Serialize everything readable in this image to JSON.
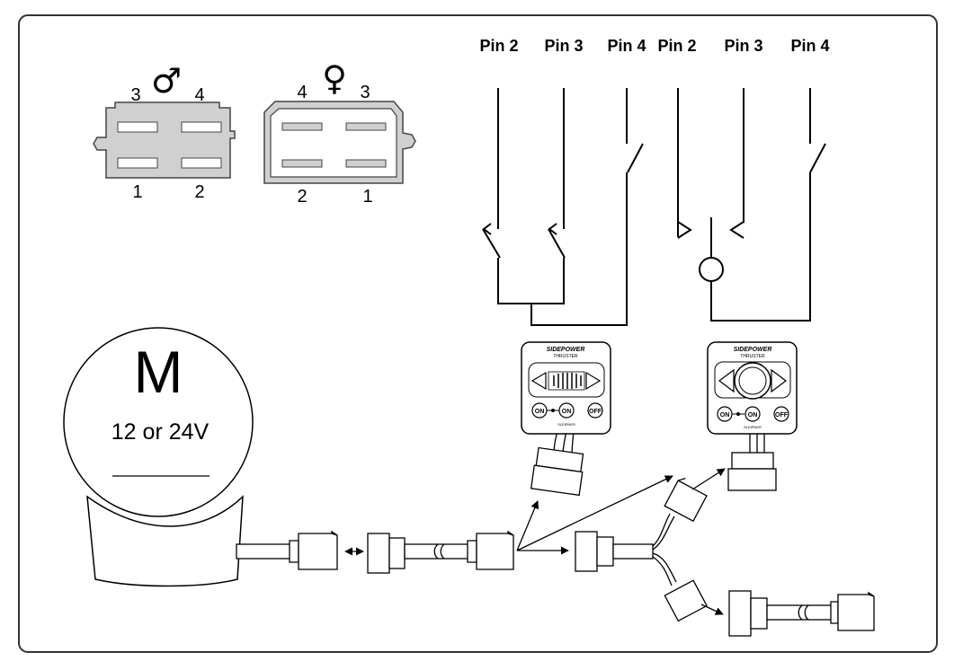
{
  "connectors": {
    "male": {
      "symbol": "♂",
      "pins_top": [
        "3",
        "4"
      ],
      "pins_bottom": [
        "1",
        "2"
      ]
    },
    "female": {
      "symbol": "♀",
      "pins_top": [
        "4",
        "3"
      ],
      "pins_bottom": [
        "2",
        "1"
      ]
    }
  },
  "panel_left": {
    "pins": [
      "Pin 2",
      "Pin 3",
      "Pin 4"
    ]
  },
  "panel_right": {
    "pins": [
      "Pin 2",
      "Pin 3",
      "Pin 4"
    ]
  },
  "motor": {
    "letter": "M",
    "voltage": "12 or 24V"
  },
  "controls": [
    {
      "brand": "SIDEPOWER",
      "model": "THRUSTER",
      "buttons": [
        "ON",
        "ON",
        "OFF"
      ],
      "mode": "SLEIPNER"
    },
    {
      "brand": "SIDEPOWER",
      "model": "THRUSTER",
      "buttons": [
        "ON",
        "ON",
        "OFF"
      ],
      "mode": "SLEIPNER"
    }
  ],
  "colors": {
    "connector_fill": "#d0d0d0",
    "line": "#000000",
    "border": "#333333"
  }
}
